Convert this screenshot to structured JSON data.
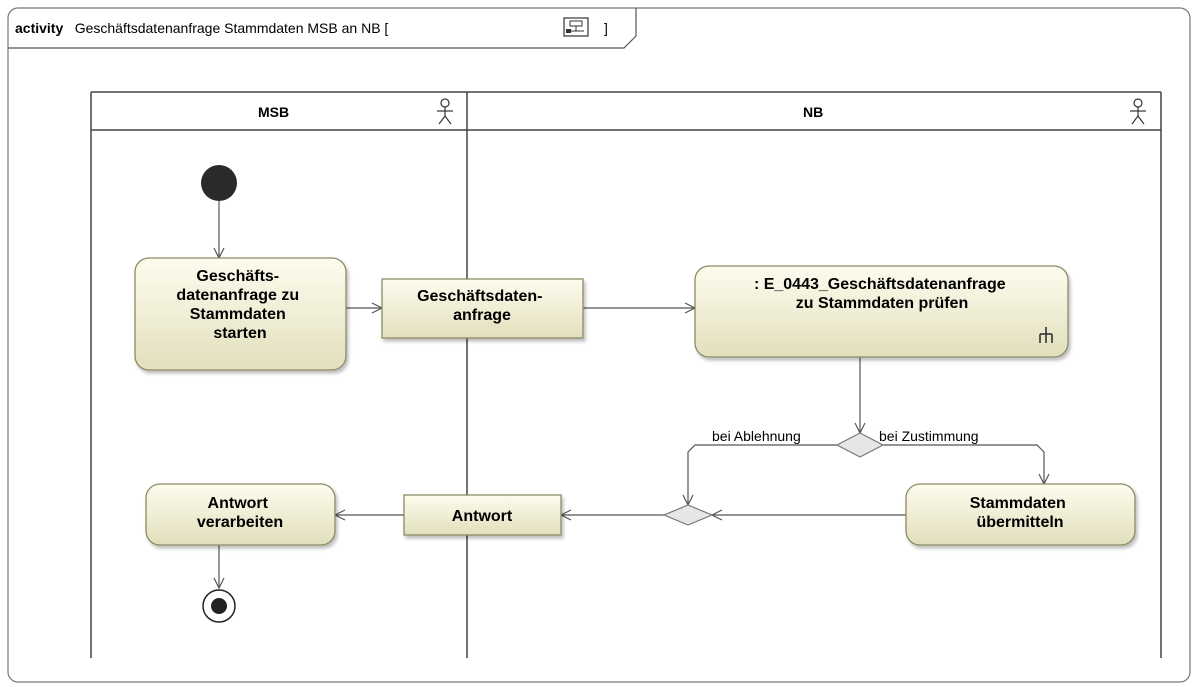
{
  "frame": {
    "keyword": "activity",
    "title": "Geschäftsdatenanfrage Stammdaten MSB an NB [",
    "title_end": "]"
  },
  "lanes": {
    "msb": "MSB",
    "nb": "NB"
  },
  "nodes": {
    "start_action": [
      "Geschäfts-",
      "datenanfrage zu",
      "Stammdaten",
      "starten"
    ],
    "object_request": [
      "Geschäftsdaten-",
      "anfrage"
    ],
    "check_action": [
      ": E_0443_Geschäftsdatenanfrage",
      "zu Stammdaten prüfen"
    ],
    "transmit_action": [
      "Stammdaten",
      "übermitteln"
    ],
    "object_answer": [
      "Antwort"
    ],
    "process_action": [
      "Antwort",
      "verarbeiten"
    ]
  },
  "guards": {
    "reject": "bei Ablehnung",
    "approve": "bei Zustimmung"
  },
  "colors": {
    "action_fill_top": "#fcfbeb",
    "action_fill_bottom": "#e4e2c1",
    "action_stroke": "#8c8a64",
    "object_fill": "#f2f0d6",
    "decision_fill": "#e8e8e8"
  }
}
